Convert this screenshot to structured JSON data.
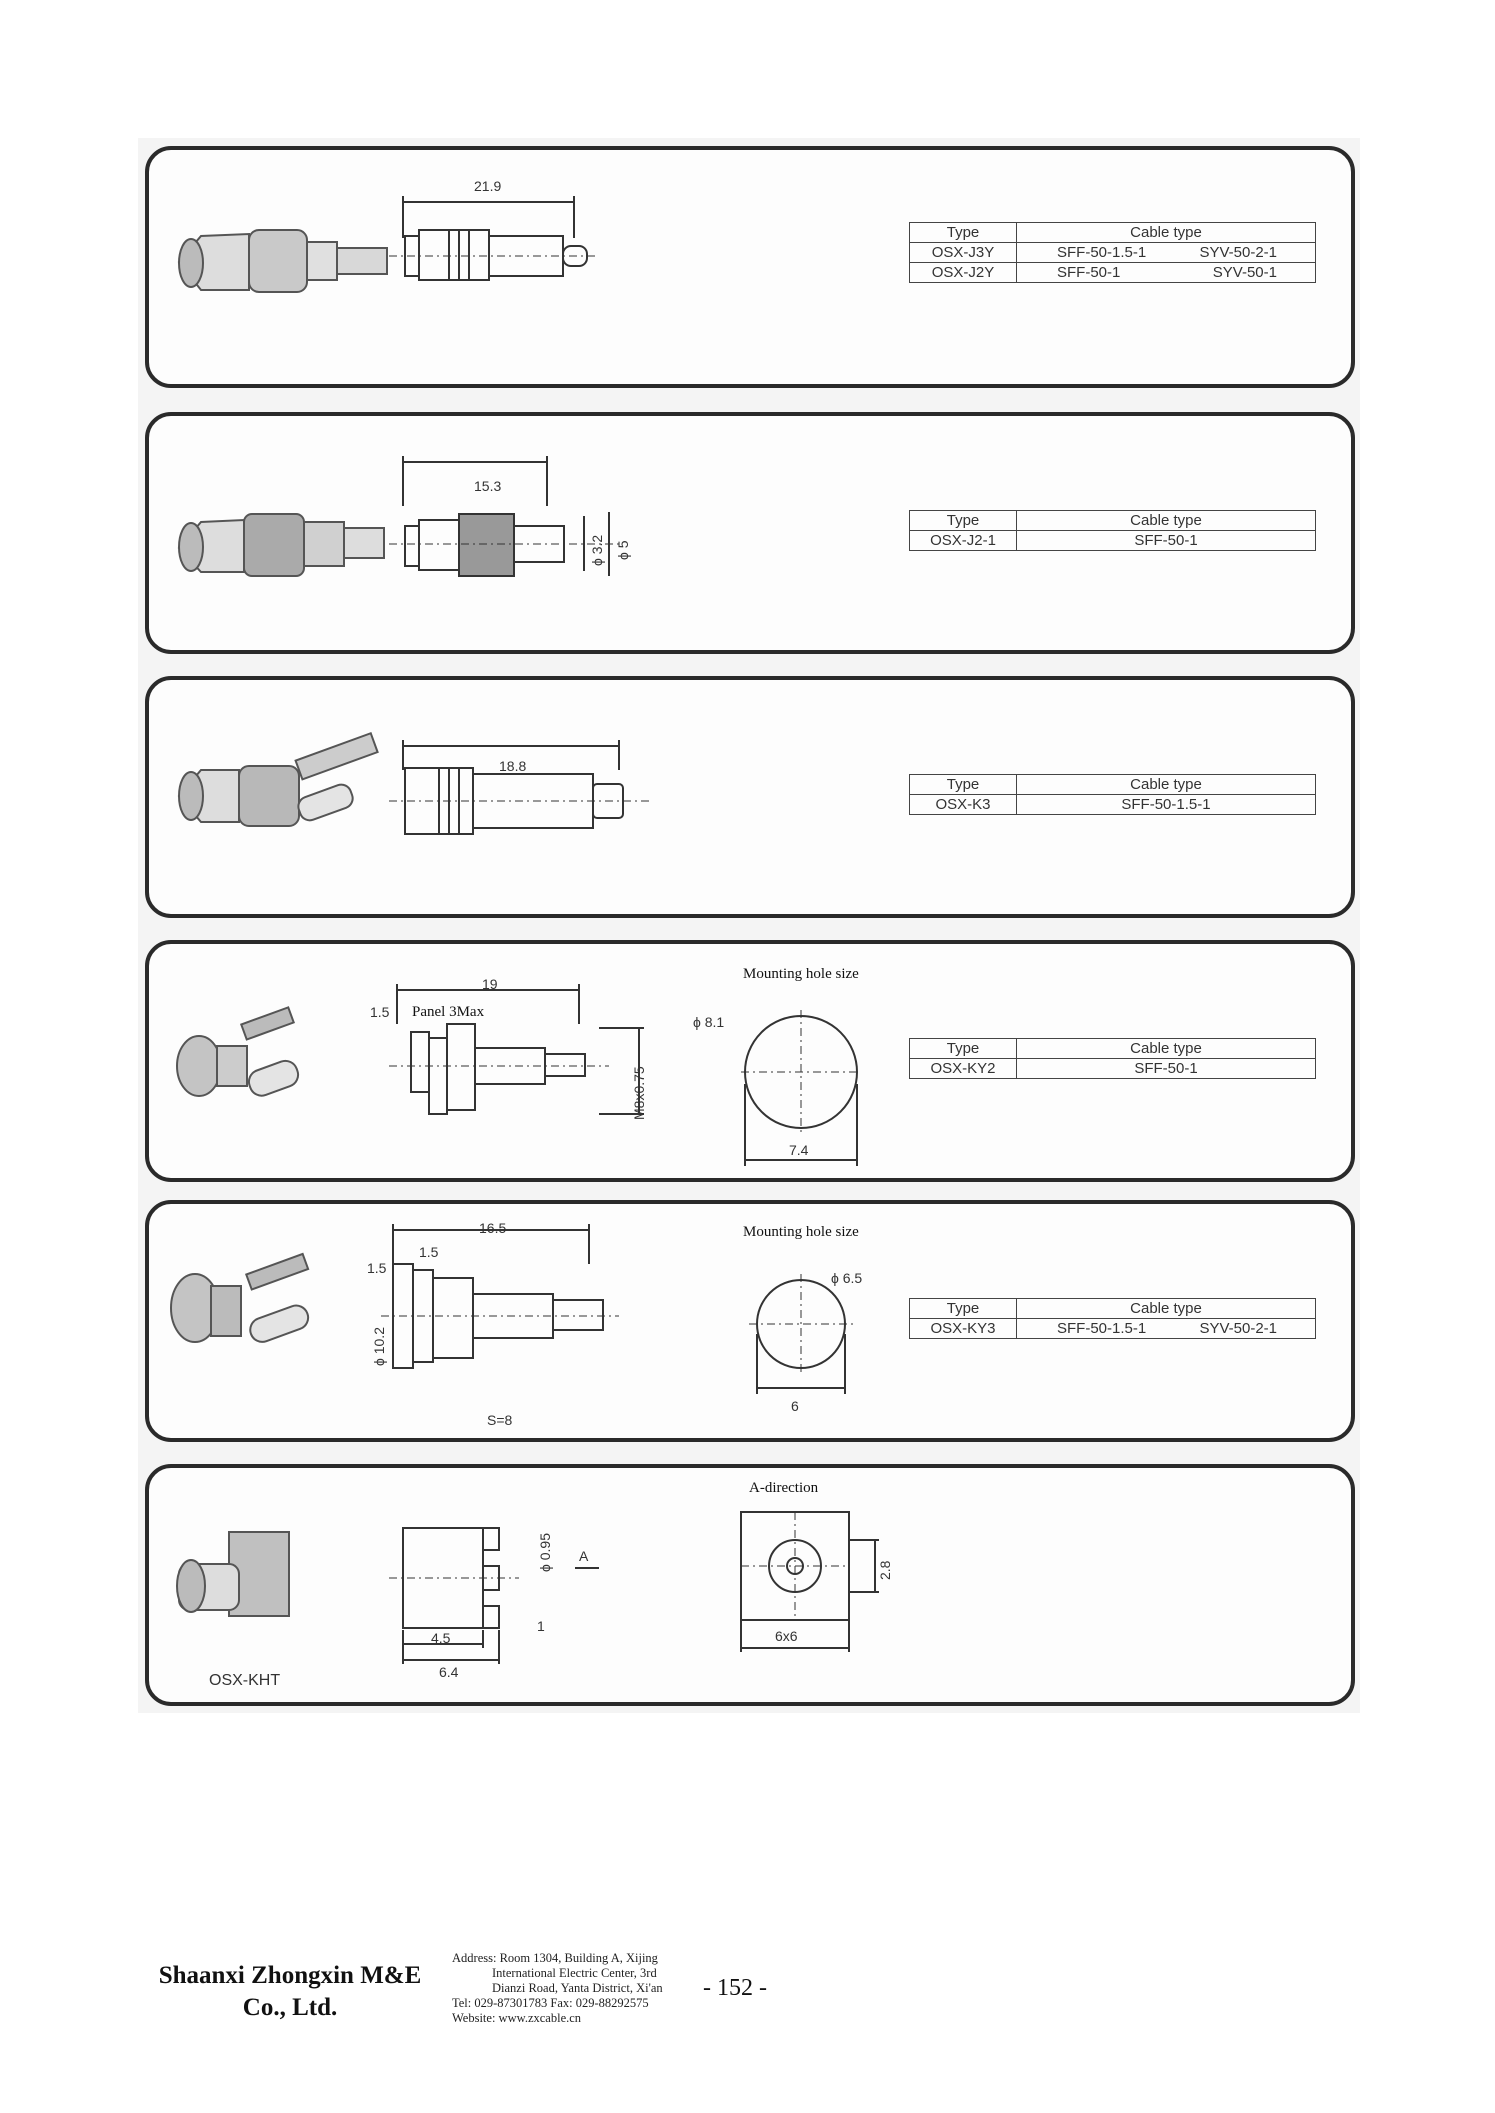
{
  "panels": [
    {
      "dims": [
        "21.9"
      ],
      "table": {
        "header_type": "Type",
        "header_cable": "Cable type",
        "rows": [
          {
            "type": "OSX-J3Y",
            "c1": "SFF-50-1.5-1",
            "c2": "SYV-50-2-1"
          },
          {
            "type": "OSX-J2Y",
            "c1": "SFF-50-1",
            "c2": "SYV-50-1"
          }
        ]
      }
    },
    {
      "dims": [
        "15.3",
        "ϕ 3.2",
        "ϕ 5"
      ],
      "table": {
        "header_type": "Type",
        "header_cable": "Cable type",
        "rows": [
          {
            "type": "OSX-J2-1",
            "c1": "SFF-50-1"
          }
        ]
      }
    },
    {
      "dims": [
        "18.8"
      ],
      "table": {
        "header_type": "Type",
        "header_cable": "Cable type",
        "rows": [
          {
            "type": "OSX-K3",
            "c1": "SFF-50-1.5-1"
          }
        ]
      }
    },
    {
      "note": "Mounting hole size",
      "panel_note": "Panel 3Max",
      "dims": [
        "19",
        "1.5",
        "M8x0.75",
        "ϕ 8.1",
        "7.4"
      ],
      "table": {
        "header_type": "Type",
        "header_cable": "Cable type",
        "rows": [
          {
            "type": "OSX-KY2",
            "c1": "SFF-50-1"
          }
        ]
      }
    },
    {
      "note": "Mounting hole size",
      "dims": [
        "16.5",
        "1.5",
        "1.5",
        "ϕ 10.2",
        "S=8",
        "ϕ 6.5",
        "6"
      ],
      "table": {
        "header_type": "Type",
        "header_cable": "Cable type",
        "rows": [
          {
            "type": "OSX-KY3",
            "c1": "SFF-50-1.5-1",
            "c2": "SYV-50-2-1"
          }
        ]
      }
    },
    {
      "note": "A-direction",
      "label": "OSX-KHT",
      "dims": [
        "ϕ 0.95",
        "A",
        "1",
        "4.5",
        "6.4",
        "2.8",
        "6x6"
      ]
    }
  ],
  "footer": {
    "company_line1": "Shaanxi Zhongxin M&E",
    "company_line2": "Co., Ltd.",
    "address_lines": [
      "Address: Room 1304, Building A, Xijing",
      "International Electric Center, 3rd",
      "Dianzi Road, Yanta District, Xi'an",
      "Tel: 029-87301783   Fax: 029-88292575",
      "Website: www.zxcable.cn"
    ],
    "page": "- 152 -"
  }
}
